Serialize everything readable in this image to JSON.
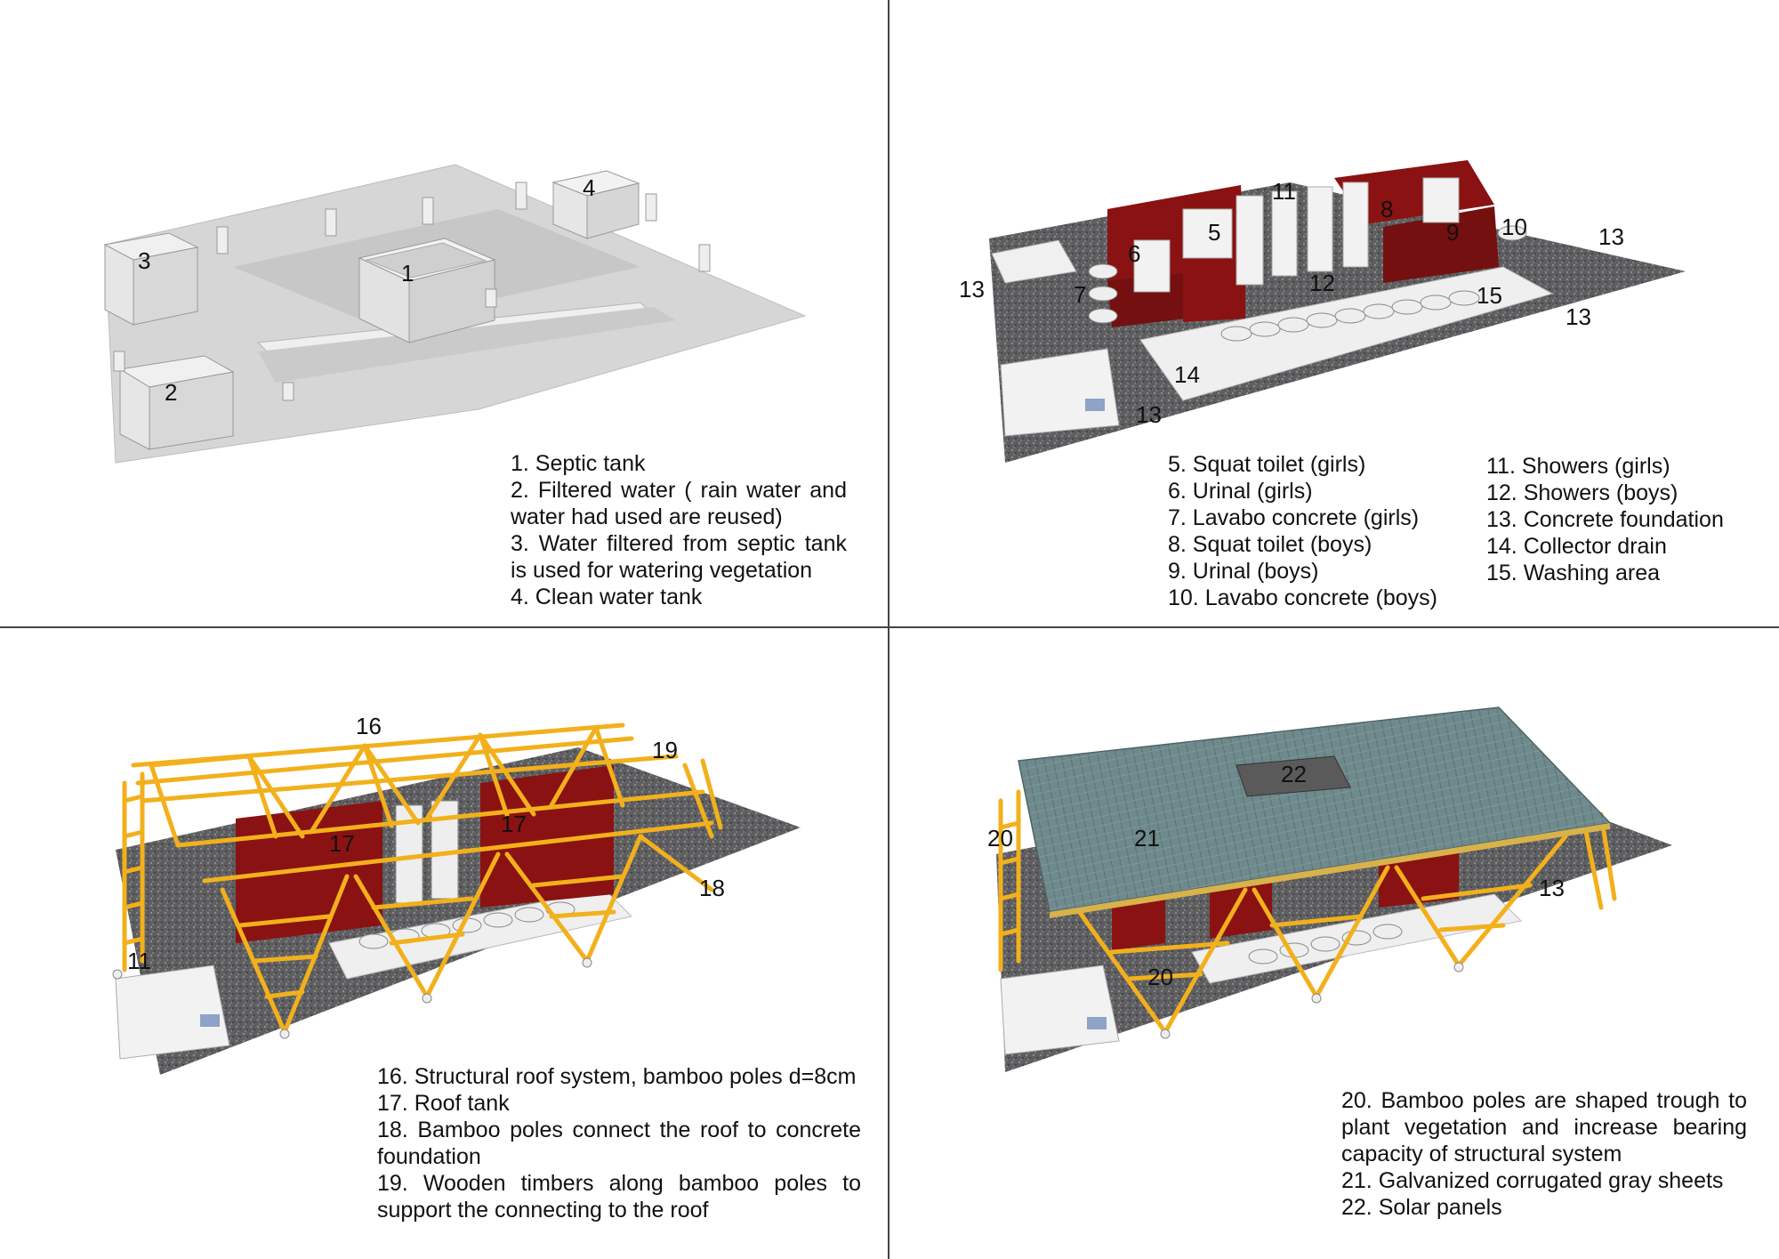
{
  "panel1": {
    "callouts": [
      "1",
      "2",
      "3",
      "4"
    ],
    "legend": [
      "1. Septic tank",
      "2. Filtered water ( rain water and water had used are reused)",
      "3. Water filtered from septic tank is used for watering vegetation",
      "4. Clean water tank"
    ]
  },
  "panel2": {
    "callouts": [
      "5",
      "6",
      "7",
      "8",
      "9",
      "10",
      "11",
      "12",
      "13",
      "13",
      "13",
      "13",
      "14",
      "15"
    ],
    "legend_left": [
      "5. Squat toilet (girls)",
      "6. Urinal (girls)",
      "7. Lavabo concrete (girls)",
      "8. Squat toilet (boys)",
      "9. Urinal (boys)",
      "10. Lavabo concrete (boys)"
    ],
    "legend_right": [
      "11. Showers (girls)",
      "12. Showers (boys)",
      "13. Concrete foundation",
      "14. Collector drain",
      "15. Washing area"
    ]
  },
  "panel3": {
    "callouts": [
      "16",
      "17",
      "17",
      "18",
      "19",
      "11"
    ],
    "legend": [
      "16. Structural roof system, bamboo poles d=8cm",
      "17. Roof tank",
      "18. Bamboo poles connect the roof to concrete foundation",
      "19. Wooden timbers along bamboo poles to support the connecting to the roof"
    ]
  },
  "panel4": {
    "callouts": [
      "20",
      "21",
      "22",
      "13",
      "20"
    ],
    "legend": [
      "20. Bamboo poles are shaped trough to plant vegetation and increase bearing capacity of structural system",
      "21. Galvanized corrugated gray sheets",
      "22. Solar panels"
    ]
  },
  "colors": {
    "foundation_light": "#d6d6d6",
    "gravel": "#5e5e60",
    "wall_red": "#8b1212",
    "bamboo": "#f2b01c",
    "roof": "#6f8a8c"
  }
}
